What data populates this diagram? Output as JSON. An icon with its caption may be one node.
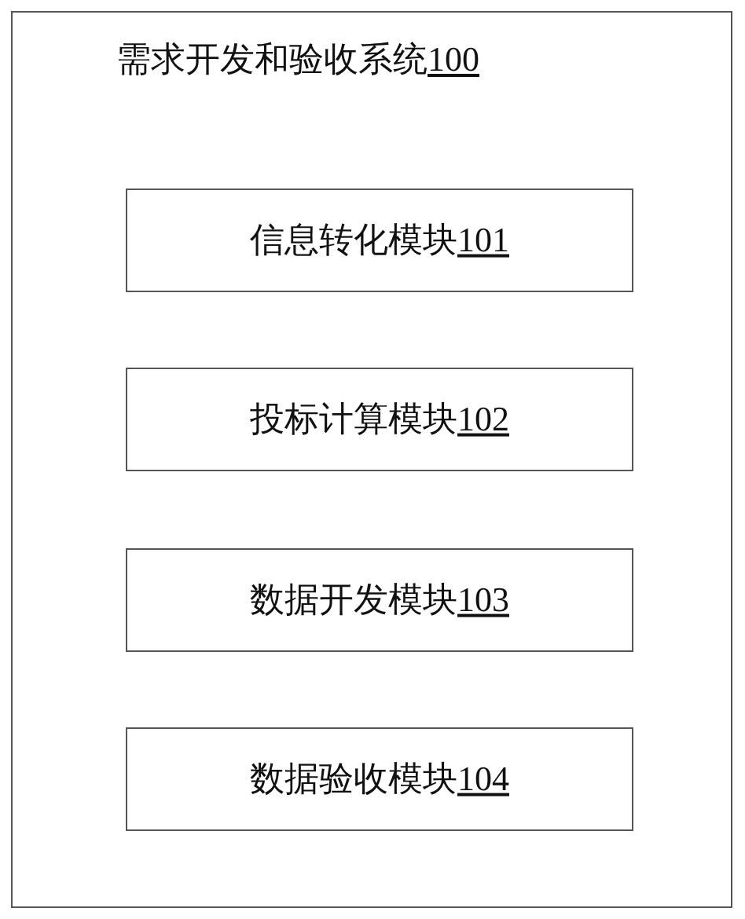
{
  "diagram": {
    "nodes": [
      {
        "text": [
          "需求开发和验收系统100"
        ]
      },
      {
        "text": [
          "信息转化模块101"
        ],
        "in": 0
      },
      {
        "text": [
          "投标计算模块102"
        ],
        "in": 0
      },
      {
        "text": [
          "数据开发模块103"
        ],
        "in": 0
      },
      {
        "text": [
          "数据验收模块104"
        ],
        "in": 0
      }
    ]
  }
}
